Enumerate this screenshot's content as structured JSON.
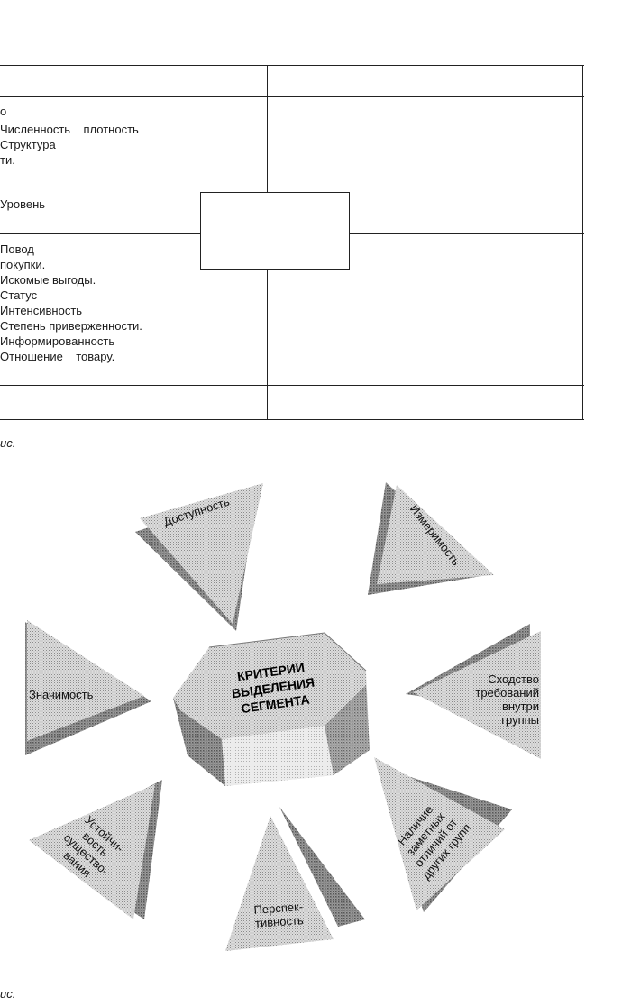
{
  "table": {
    "upper_fragment": "о",
    "upper_lines": [
      "Численность    плотность",
      "Структура",
      "ти."
    ],
    "middle_line": "Уровень",
    "lower_lines": [
      "Повод",
      "покупки.",
      "Искомые выгоды.",
      "Статус",
      "Интенсивность",
      "Степень приверженности.",
      "Информированность",
      "Отношение    товару."
    ]
  },
  "captions": {
    "first": "ис.",
    "second": "ис."
  },
  "diagram": {
    "center": "КРИТЕРИИ\nВЫДЕЛЕНИЯ\nСЕГМЕНТА",
    "criteria": {
      "accessibility": "Доступность",
      "measurability": "Измеримость",
      "significance": "Значимость",
      "similarity": "Сходство\nтребований\nвнутри\nгруппы",
      "stability": "Устойчи-\nвость\nсущество-\nвания",
      "perspective": "Перспек-\nтивность",
      "distinction": "Наличие\nзаметных\nотличий от\nдругих групп"
    }
  }
}
